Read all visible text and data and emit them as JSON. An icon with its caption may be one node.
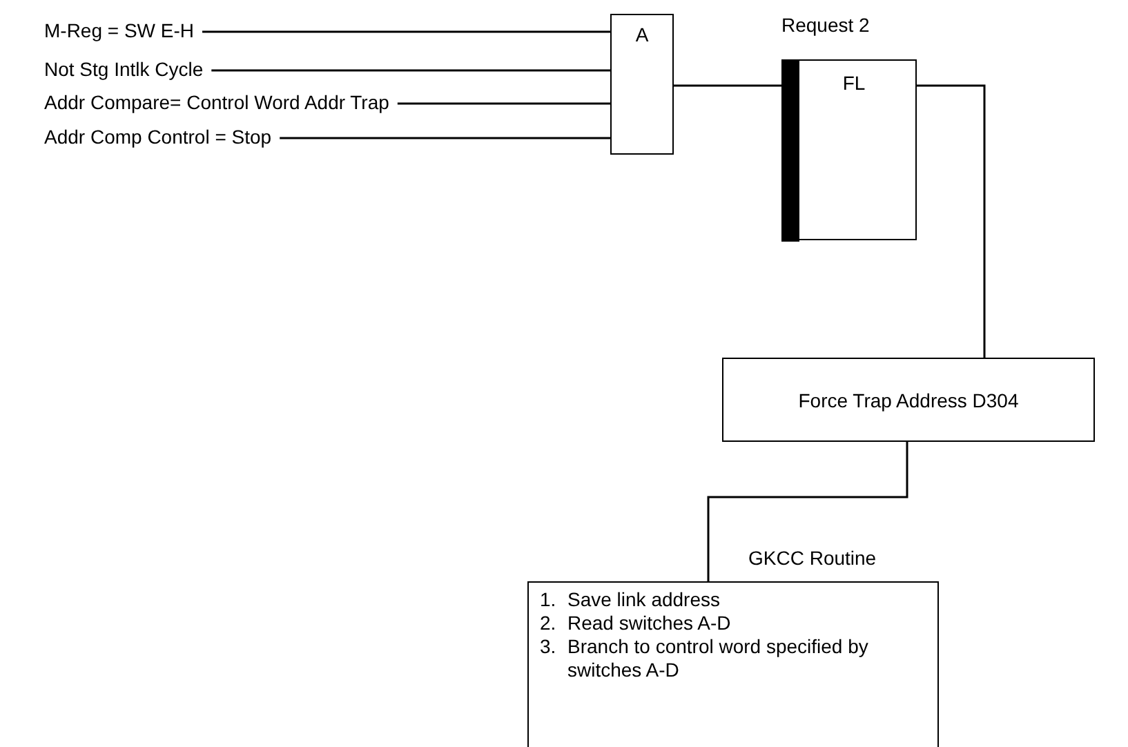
{
  "diagram": {
    "nodes": [
      {
        "text": [
          "M-Reg = SW E-H"
        ]
      },
      {
        "text": [
          "Not Stg Intlk Cycle"
        ]
      },
      {
        "text": [
          "Addr Compare= Control Word Addr Trap"
        ]
      },
      {
        "text": [
          "Addr Comp Control = Stop"
        ]
      },
      {
        "text": [
          "A"
        ]
      },
      {
        "text": [
          "Request 2",
          "FL"
        ]
      },
      {
        "text": [
          "Force Trap Address D304"
        ]
      },
      {
        "text": [
          "GKCC Routine",
          "1. Save link address",
          "2. Read switches A-D",
          "3. Branch to control word specified by switches A-D"
        ]
      }
    ],
    "edges": [
      {
        "from": 0,
        "to": 4,
        "arrow": "none"
      },
      {
        "from": 1,
        "to": 4,
        "arrow": "none"
      },
      {
        "from": 2,
        "to": 4,
        "arrow": "none"
      },
      {
        "from": 3,
        "to": 4,
        "arrow": "none"
      },
      {
        "from": 4,
        "to": 5,
        "arrow": "none"
      },
      {
        "from": 5,
        "to": 6,
        "arrow": "none"
      },
      {
        "from": 6,
        "to": 7,
        "arrow": "none"
      }
    ]
  }
}
